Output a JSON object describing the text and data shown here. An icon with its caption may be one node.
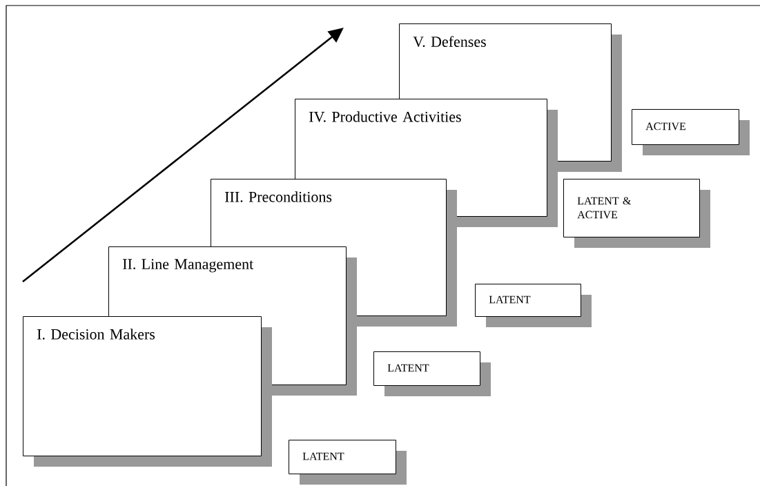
{
  "diagram": {
    "nodes": [
      {
        "text": [
          "V. Defenses"
        ]
      },
      {
        "text": [
          "ACTIVE"
        ]
      },
      {
        "text": [
          "IV. Productive Activities"
        ]
      },
      {
        "text": [
          "LATENT & ACTIVE"
        ]
      },
      {
        "text": [
          "III. Preconditions"
        ]
      },
      {
        "text": [
          "LATENT"
        ]
      },
      {
        "text": [
          "II. Line Management"
        ]
      },
      {
        "text": [
          "LATENT"
        ]
      },
      {
        "text": [
          "I. Decision Makers"
        ]
      },
      {
        "text": [
          "LATENT"
        ]
      }
    ]
  }
}
